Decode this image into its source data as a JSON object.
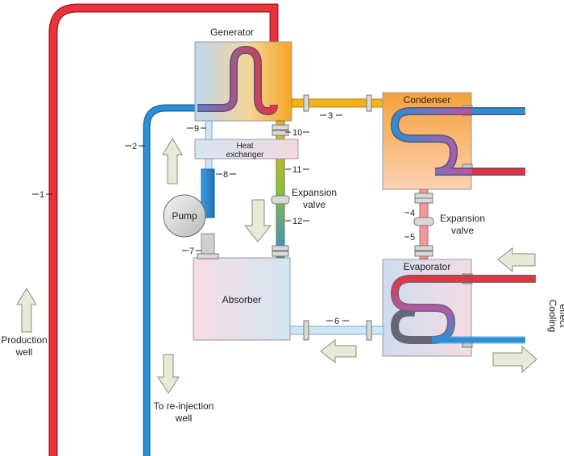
{
  "components": {
    "generator": "Generator",
    "condenser": "Condenser",
    "evaporator": "Evaporator",
    "absorber": "Absorber",
    "pump": "Pump",
    "heat_exchanger": [
      "Heat",
      "exchanger"
    ],
    "expansion_valve_top": [
      "Expansion",
      "valve"
    ],
    "expansion_valve_bottom": [
      "Expansion",
      "valve"
    ]
  },
  "labels": {
    "production_well": [
      "Production",
      "well"
    ],
    "reinjection_well": [
      "To re-injection",
      "well"
    ],
    "cooling_effect": [
      "Cooling",
      "effect"
    ]
  },
  "stream_numbers": [
    "1",
    "2",
    "3",
    "4",
    "5",
    "6",
    "7",
    "8",
    "9",
    "10",
    "11",
    "12"
  ],
  "colors": {
    "hot": "#e8323c",
    "cold": "#2c8fd6",
    "refrigerant": "#f2b31a",
    "arrow_fill": "#e6ead6",
    "arrow_stroke": "#8a8a7a"
  }
}
